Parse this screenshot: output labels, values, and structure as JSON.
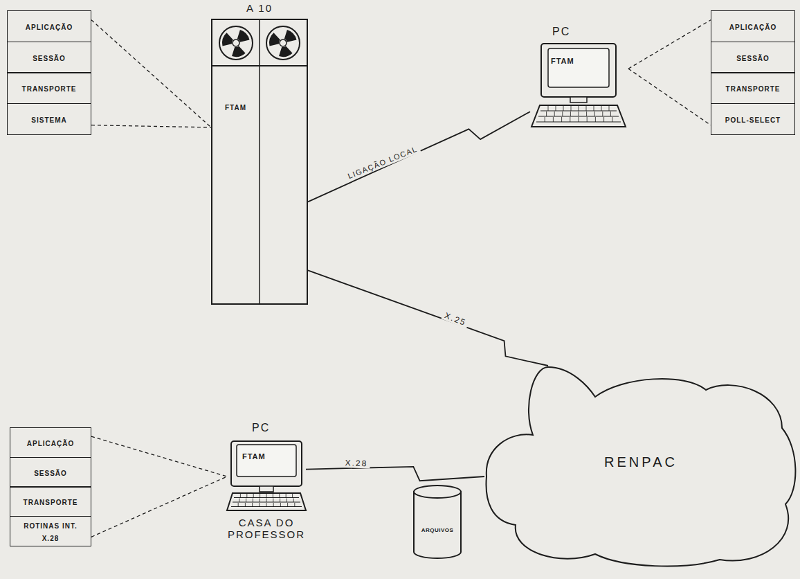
{
  "diagram": {
    "nodes": [
      {
        "text": [
          "APLICAÇÃO"
        ]
      },
      {
        "text": [
          "SESSÃO"
        ]
      },
      {
        "text": [
          "TRANSPORTE"
        ]
      },
      {
        "text": [
          "SISTEMA"
        ]
      },
      {
        "text": [
          "A 10",
          "FTAM"
        ]
      },
      {
        "text": [
          "PC",
          "FTAM"
        ]
      },
      {
        "text": [
          "APLICAÇÃO"
        ]
      },
      {
        "text": [
          "SESSÃO"
        ]
      },
      {
        "text": [
          "TRANSPORTE"
        ]
      },
      {
        "text": [
          "POLL-SELECT"
        ]
      },
      {
        "text": [
          "RENPAC"
        ]
      },
      {
        "text": [
          "APLICAÇÃO"
        ]
      },
      {
        "text": [
          "SESSÃO"
        ]
      },
      {
        "text": [
          "TRANSPORTE"
        ]
      },
      {
        "text": [
          "ROTINAS INT. X.28"
        ]
      },
      {
        "text": [
          "PC",
          "FTAM",
          "CASA DO PROFESSOR"
        ]
      },
      {
        "text": [
          "ARQUIVOS"
        ]
      }
    ],
    "edges": [
      {
        "from": 0,
        "to": 4,
        "arrow": "none"
      },
      {
        "from": 3,
        "to": 4,
        "arrow": "none"
      },
      {
        "from": 5,
        "to": 6,
        "arrow": "none"
      },
      {
        "from": 5,
        "to": 9,
        "arrow": "none"
      },
      {
        "from": 4,
        "to": 5,
        "label": "LIGAÇÃO LOCAL",
        "arrow": "none"
      },
      {
        "from": 4,
        "to": 10,
        "label": "X.25",
        "arrow": "none"
      },
      {
        "from": 15,
        "to": 10,
        "label": "X.28",
        "arrow": "none"
      },
      {
        "from": 11,
        "to": 15,
        "arrow": "none"
      },
      {
        "from": 14,
        "to": 15,
        "arrow": "none"
      }
    ]
  }
}
